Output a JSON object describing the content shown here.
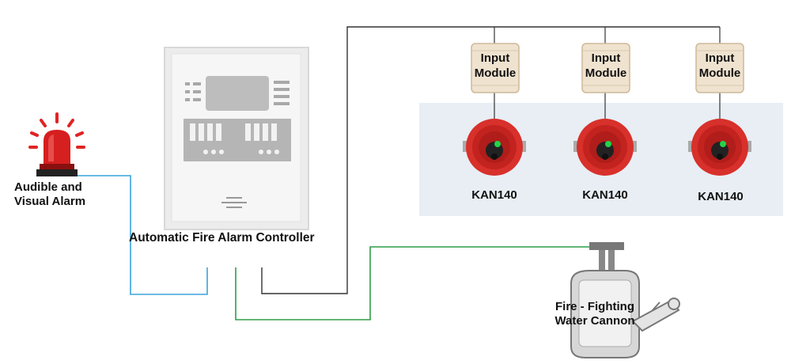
{
  "alarm": {
    "label_line1": "Audible and",
    "label_line2": "Visual Alarm"
  },
  "controller": {
    "label": "Automatic Fire Alarm Controller"
  },
  "modules": [
    {
      "line1": "Input",
      "line2": "Module"
    },
    {
      "line1": "Input",
      "line2": "Module"
    },
    {
      "line1": "Input",
      "line2": "Module"
    }
  ],
  "detectors": [
    {
      "label": "KAN140"
    },
    {
      "label": "KAN140"
    },
    {
      "label": "KAN140"
    }
  ],
  "cannon": {
    "label_line1": "Fire - Fighting",
    "label_line2": "Water Cannon"
  },
  "colors": {
    "alarm_wire": "#3aa3dc",
    "cannon_wire": "#2e9e48",
    "bus_wire": "#333333",
    "detector_red": "#d8302b",
    "detector_panel": "#e8eef4"
  }
}
